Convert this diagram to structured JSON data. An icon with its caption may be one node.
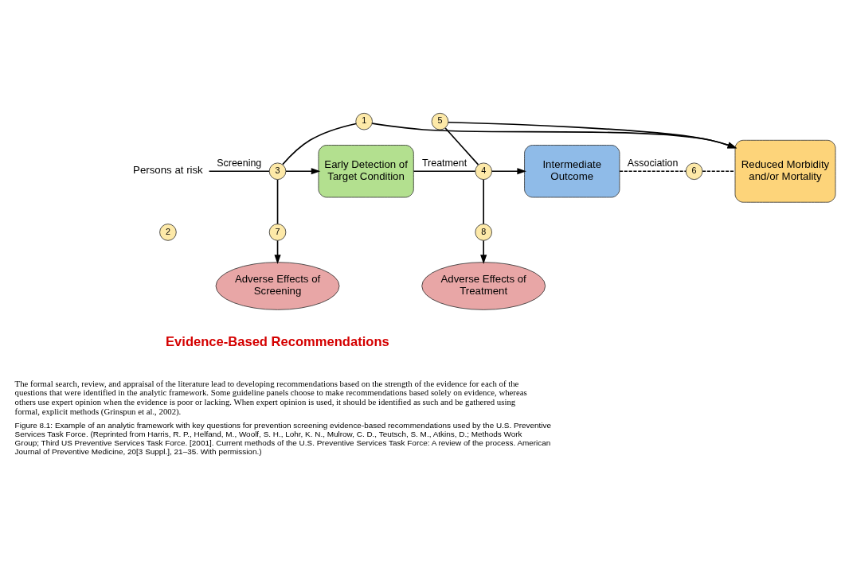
{
  "diagram": {
    "caption": "Figure 8.1: Example of an analytic framework with key questions for prevention screening evidence-based recommendations used by the U.S. Preventive Services Task Force. (Reprinted from Harris, R. P., Helfand, M., Woolf, S. H., Lohr, K. N., Mulrow, C. D., Teutsch, S. M., Atkins, D.; Methods Work Group; Third US Preventive Services Task Force. [2001]. Current methods of the U.S. Preventive Services Task Force: A review of the process. American Journal of Preventive Medicine, 20[3 Suppl.], 21–35. With permission.)",
    "nodes": [
      {
        "text": [
          "Persons at risk"
        ]
      },
      {
        "text": [
          "2"
        ]
      },
      {
        "text": [
          "3"
        ]
      },
      {
        "text": [
          "Early Detection of Target Condition"
        ]
      },
      {
        "text": [
          "4"
        ]
      },
      {
        "text": [
          "Intermediate Outcome"
        ]
      },
      {
        "text": [
          "6"
        ]
      },
      {
        "text": [
          "Reduced Morbidity and/or Mortality"
        ]
      },
      {
        "text": [
          "1"
        ]
      },
      {
        "text": [
          "5"
        ]
      },
      {
        "text": [
          "7"
        ]
      },
      {
        "text": [
          "Adverse Effects of Screening"
        ]
      },
      {
        "text": [
          "8"
        ]
      },
      {
        "text": [
          "Adverse Effects of Treatment"
        ]
      }
    ],
    "edges": [
      {
        "from": 0,
        "to": 2,
        "arrow": "none",
        "label": "Screening"
      },
      {
        "from": 2,
        "to": 3,
        "arrow": "to"
      },
      {
        "from": 2,
        "to": 8,
        "arrow": "none"
      },
      {
        "from": 8,
        "to": 7,
        "arrow": "to"
      },
      {
        "from": 3,
        "to": 4,
        "arrow": "none",
        "label": "Treatment"
      },
      {
        "from": 4,
        "to": 5,
        "arrow": "to"
      },
      {
        "from": 4,
        "to": 9,
        "arrow": "none"
      },
      {
        "from": 9,
        "to": 7,
        "arrow": "to"
      },
      {
        "from": 5,
        "to": 6,
        "arrow": "none",
        "style": "dashed",
        "label": "Association"
      },
      {
        "from": 6,
        "to": 7,
        "arrow": "none",
        "style": "dashed"
      },
      {
        "from": 2,
        "to": 10,
        "arrow": "none"
      },
      {
        "from": 10,
        "to": 11,
        "arrow": "to"
      },
      {
        "from": 4,
        "to": 12,
        "arrow": "none"
      },
      {
        "from": 12,
        "to": 13,
        "arrow": "to"
      }
    ],
    "labels": [
      "Evidence-Based Recommendations",
      "The formal search, review, and appraisal of the literature lead to developing recommendations based on the strength of the evidence for each of the questions that were identified in the analytic framework. Some guideline panels choose to make recommendations based solely on evidence, whereas others use expert opinion when the evidence is poor or lacking. When expert opinion is used, it should be identified as such and be gathered using formal, explicit methods (Grinspun et al., 2002)."
    ]
  }
}
